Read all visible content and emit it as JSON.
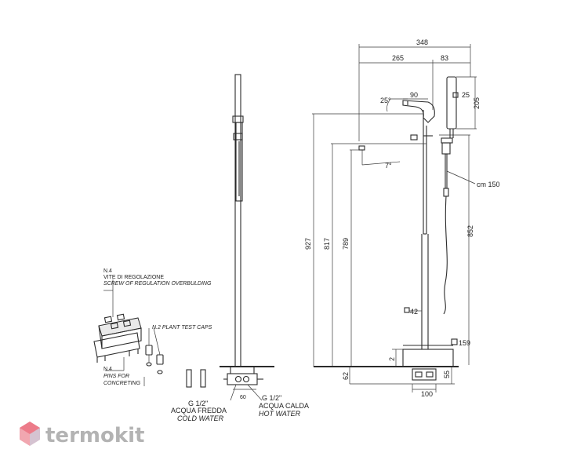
{
  "watermark": {
    "brand": "termokit",
    "color": "#b3b3b3",
    "accent": "#e8586a"
  },
  "dimensions": {
    "total_width": "348",
    "body_width": "265",
    "holder_width": "83",
    "spout_reach": "90",
    "spout_angle": "25°",
    "outlet_angle": "7°",
    "hand_shower_square": "25",
    "hand_shower_height": "205",
    "hose_length": "cm 150",
    "height_total": "927",
    "height_outlet": "817",
    "height_spout": "789",
    "height_holder": "852",
    "column_square": "42",
    "base_square": "159",
    "base_gap": "2",
    "base_height": "62",
    "box_height": "55",
    "box_width": "100",
    "side_base_width": "60"
  },
  "connections": {
    "cold_thread": "G 1/2\"",
    "cold_it": "ACQUA FREDDA",
    "cold_en": "COLD WATER",
    "hot_thread": "G 1/2\"",
    "hot_it": "ACQUA CALDA",
    "hot_en": "HOT WATER"
  },
  "parts": {
    "screws_count": "N.4",
    "screws_it": "VITE DI REGOLAZIONE",
    "screws_en": "SCREW OF REGULATION OVERBULDING",
    "caps_label": "N.2  PLANT TEST CAPS",
    "pins_count": "N.4",
    "pins_en_1": "PINS FOR",
    "pins_en_2": "CONCRETING"
  }
}
